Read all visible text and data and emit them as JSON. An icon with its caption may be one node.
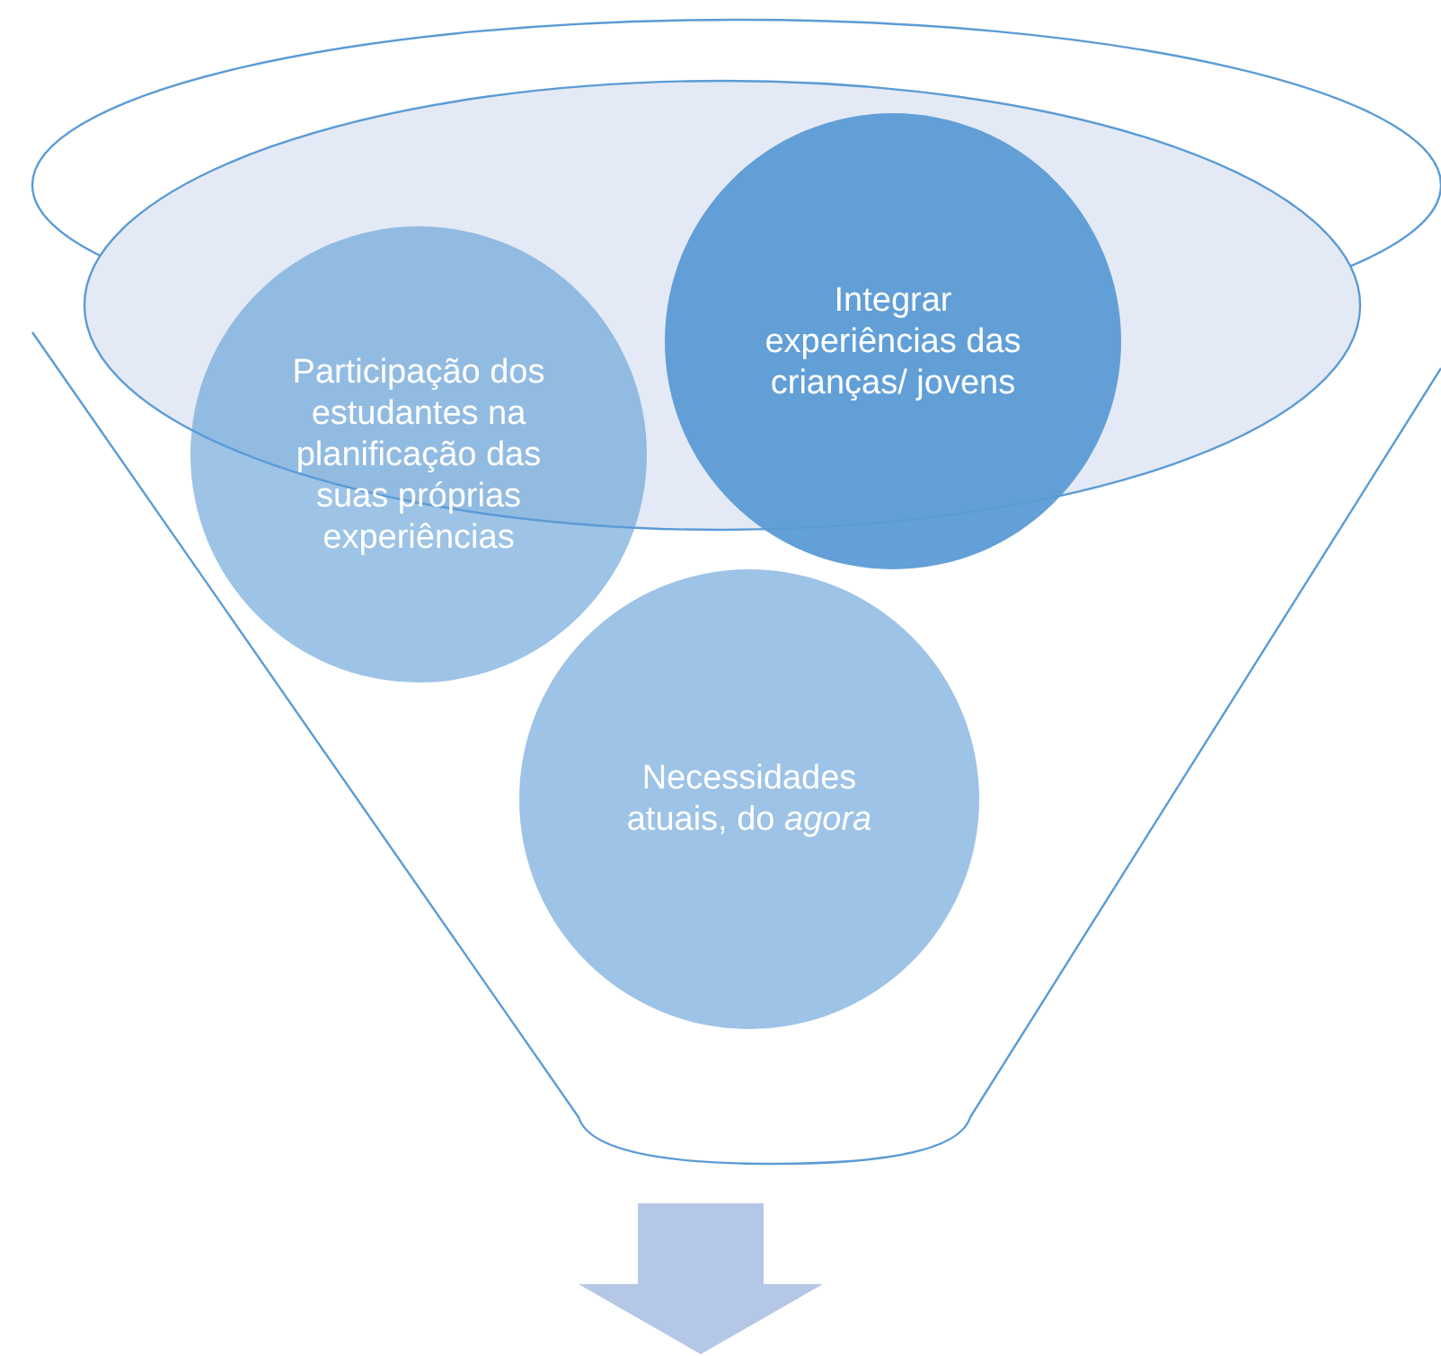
{
  "diagram": {
    "nodes": [
      {
        "text": [],
        "shape": "funnel"
      },
      {
        "text": [
          "Participação dos estudantes na planificação das suas próprias experiências"
        ],
        "in": 0
      },
      {
        "text": [
          "Integrar experiências das crianças/ jovens"
        ],
        "in": 0
      },
      {
        "text": [
          "Necessidades atuais, do *agora*"
        ],
        "in": 0
      }
    ]
  }
}
